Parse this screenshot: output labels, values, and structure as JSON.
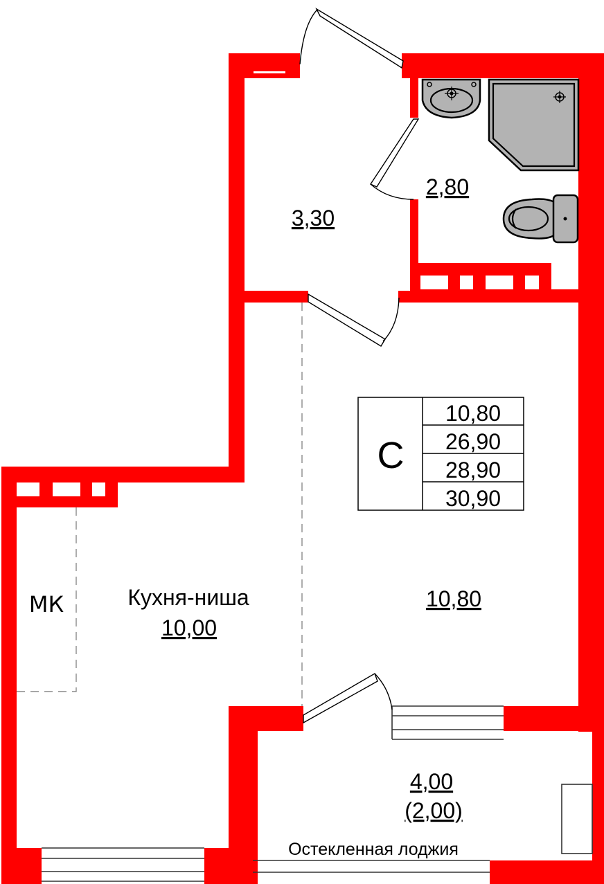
{
  "plan": {
    "wall_color": "#ff0000",
    "fixture_color": "#b3b3b3",
    "rooms": [
      {
        "id": "hallway",
        "name": "",
        "area": "3,30"
      },
      {
        "id": "bathroom",
        "name": "",
        "area": "2,80"
      },
      {
        "id": "kitchen_niche",
        "name": "Кухня-ниша",
        "area": "10,00"
      },
      {
        "id": "living_room",
        "name": "",
        "area": "10,80"
      },
      {
        "id": "loggia",
        "name": "Остекленная лоджия",
        "area": "4,00",
        "area_reduced": "(2,00)"
      }
    ],
    "annotations": {
      "mk_label": "МК"
    },
    "summary": {
      "type_letter": "С",
      "values": [
        "10,80",
        "26,90",
        "28,90",
        "30,90"
      ]
    },
    "fixtures": [
      "sink-icon",
      "shower-tray-icon",
      "toilet-icon"
    ]
  }
}
